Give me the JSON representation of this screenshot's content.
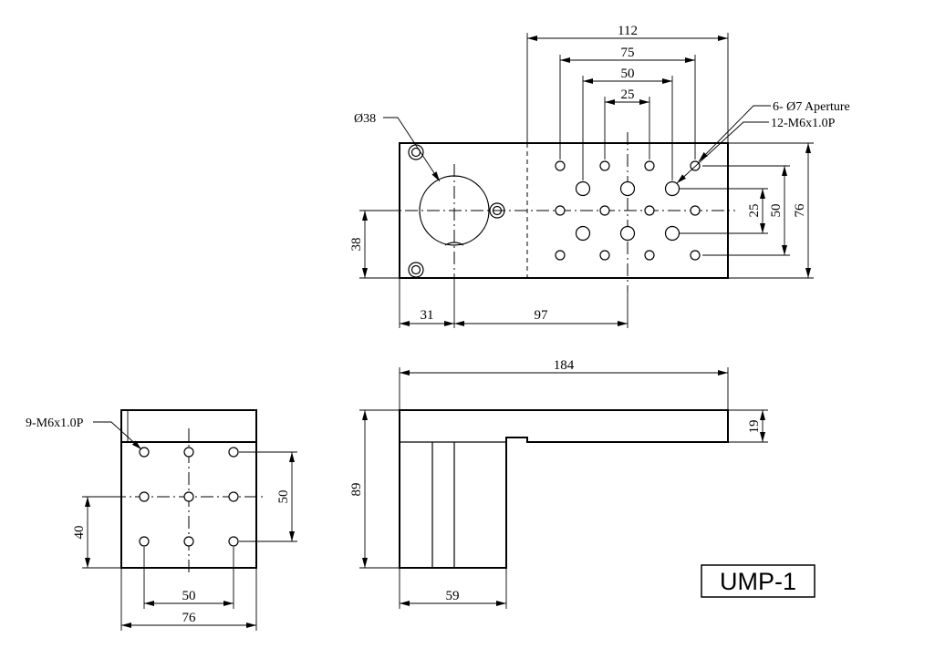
{
  "top_view": {
    "dims": {
      "d112": "112",
      "d75": "75",
      "d50": "50",
      "d25": "25",
      "d76": "76",
      "d50v": "50",
      "d25v": "25",
      "d38": "38",
      "d31": "31",
      "d97": "97"
    },
    "callouts": {
      "dia38": "Ø38",
      "aperture": "6- Ø7 Aperture",
      "threads": "12-M6x1.0P"
    }
  },
  "front_view": {
    "dims": {
      "d50": "50",
      "d76": "76",
      "d40": "40",
      "d50v": "50"
    },
    "callouts": {
      "threads": "9-M6x1.0P"
    }
  },
  "side_view": {
    "dims": {
      "d184": "184",
      "d89": "89",
      "d19": "19",
      "d59": "59"
    }
  },
  "model_label": "UMP-1"
}
